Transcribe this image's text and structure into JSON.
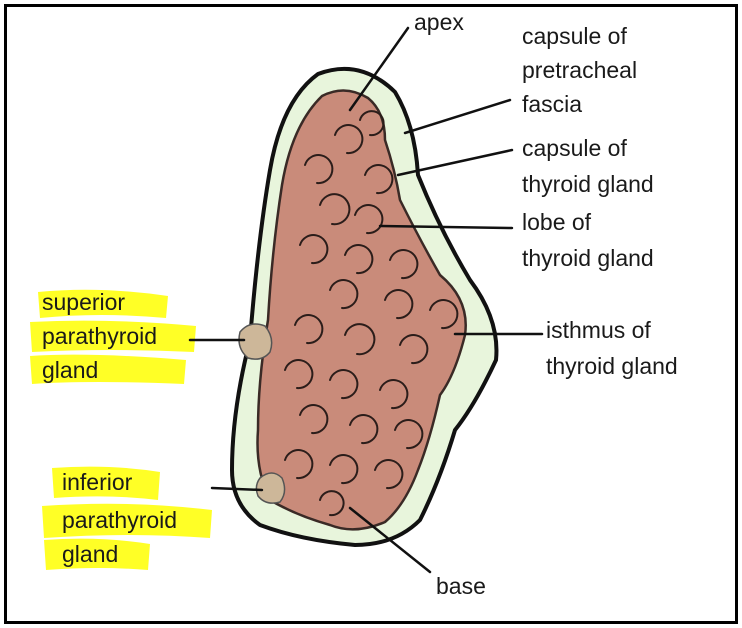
{
  "labels": {
    "apex": "apex",
    "capsule_pretracheal": [
      "capsule of",
      "pretracheal",
      "fascia"
    ],
    "capsule_thyroid": [
      "capsule of",
      "thyroid gland"
    ],
    "lobe": [
      "lobe of",
      "thyroid gland"
    ],
    "isthmus": [
      "isthmus of",
      "thyroid gland"
    ],
    "superior_parathyroid": [
      "superior",
      "parathyroid",
      "gland"
    ],
    "inferior_parathyroid": [
      "inferior",
      "parathyroid",
      "gland"
    ],
    "base": "base"
  },
  "colors": {
    "highlight": "#ffff1a",
    "fascia_fill": "#e8f5dc",
    "gland_fill": "#c98b7a",
    "parathyroid_fill": "#cdb799",
    "outline": "#111111"
  }
}
